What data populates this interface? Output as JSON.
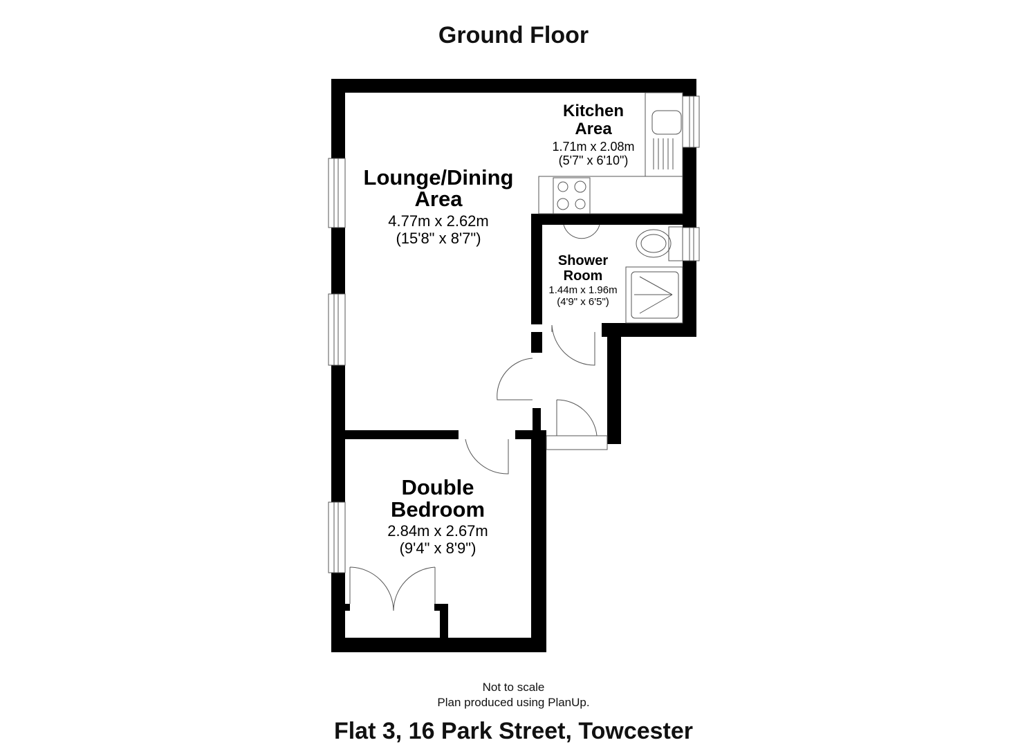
{
  "header": {
    "title": "Ground Floor"
  },
  "rooms": {
    "lounge": {
      "name1": "Lounge/Dining",
      "name2": "Area",
      "metric": "4.77m x 2.62m",
      "imperial": "(15'8\" x 8'7\")"
    },
    "kitchen": {
      "name1": "Kitchen",
      "name2": "Area",
      "metric": "1.71m x 2.08m",
      "imperial": "(5'7\" x 6'10\")"
    },
    "shower": {
      "name1": "Shower",
      "name2": "Room",
      "metric": "1.44m x 1.96m",
      "imperial": "(4'9\" x 6'5\")"
    },
    "bedroom": {
      "name1": "Double",
      "name2": "Bedroom",
      "metric": "2.84m x 2.67m",
      "imperial": "(9'4\" x 8'9\")"
    }
  },
  "footer": {
    "note1": "Not to scale",
    "note2": "Plan produced using PlanUp.",
    "address": "Flat 3, 16 Park Street, Towcester"
  }
}
